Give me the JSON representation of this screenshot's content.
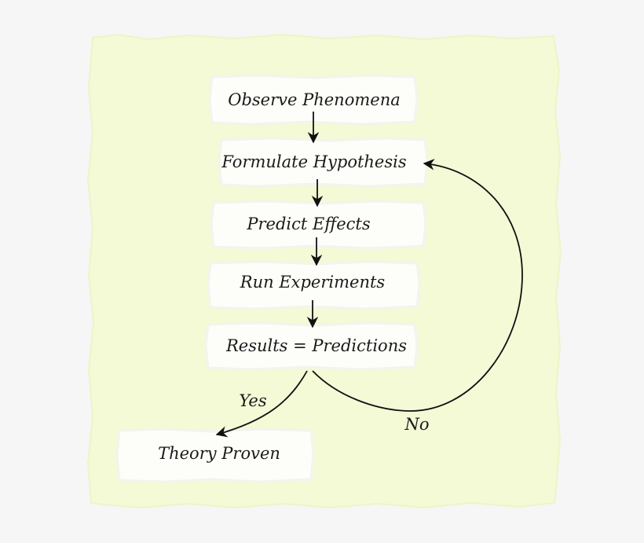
{
  "diagram": {
    "colors": {
      "background": "#f6f6f6",
      "paper": "#f4f9d6",
      "box": "#fdfdfa",
      "ink": "#111111"
    },
    "nodes": {
      "observe": "Observe Phenomena",
      "hypothesis": "Formulate Hypothesis",
      "predict": "Predict Effects",
      "experiments": "Run Experiments",
      "decision": "Results = Predictions",
      "proven": "Theory Proven"
    },
    "edges": {
      "yes_label": "Yes",
      "no_label": "No"
    }
  }
}
